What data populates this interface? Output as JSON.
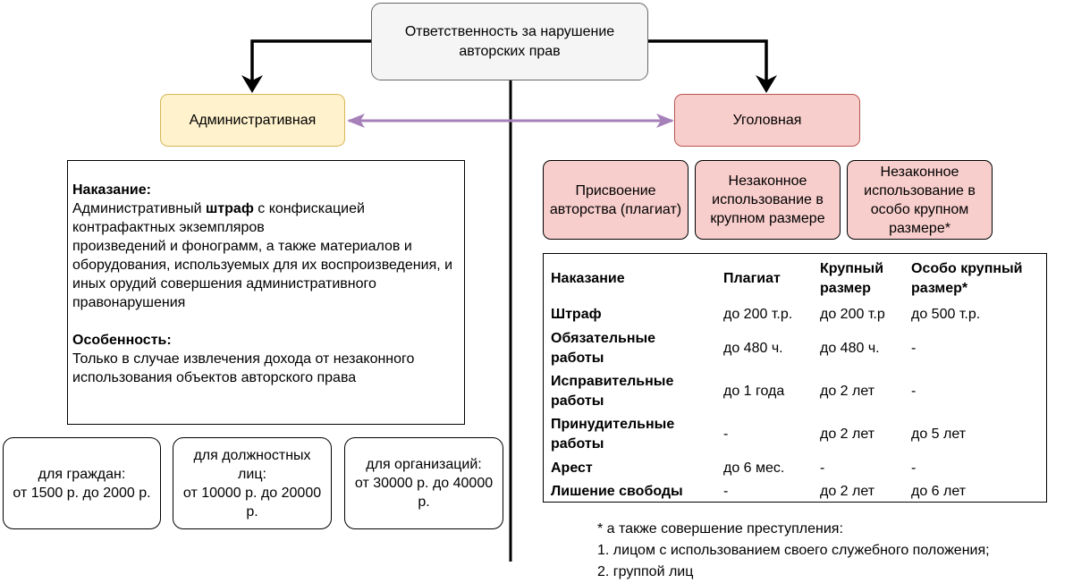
{
  "root": "Ответственность за нарушение авторских прав",
  "admin": {
    "title": "Административная",
    "punishment_heading": "Наказание:",
    "punishment_pre": "Административный ",
    "punishment_bold": "штраф",
    "punishment_post": " с конфискацией контрафактных экземпляров",
    "punishment_line2": "произведений и фонограмм, а также материалов и оборудования, используемых для их воспроизведения, и иных орудий совершения административного правонарушения",
    "feature_heading": "Особенность:",
    "feature_text": "Только в случае извлечения дохода от незаконного использования объектов авторского права",
    "fines": [
      {
        "who": "для граждан:",
        "amount": "от 1500 р. до 2000 р."
      },
      {
        "who": "для должностных лиц:",
        "amount": "от 10000 р. до 20000 р."
      },
      {
        "who": "для организаций:",
        "amount": "от 30000 р. до 40000 р."
      }
    ]
  },
  "criminal": {
    "title": "Уголовная",
    "types": [
      "Присвоение авторства (плагиат)",
      "Незаконное использование в крупном размере",
      "Незаконное использование в особо крупном размере*"
    ]
  },
  "table": {
    "headers": [
      "Наказание",
      "Плагиат",
      "Крупный размер",
      "Особо крупный размер*"
    ],
    "rows": [
      [
        "Штраф",
        "до 200 т.р.",
        "до 200 т.р",
        "до 500 т.р."
      ],
      [
        "Обязательные работы",
        "до 480 ч.",
        "до 480 ч.",
        "-"
      ],
      [
        "Исправительные работы",
        "до 1 года",
        "до 2 лет",
        "-"
      ],
      [
        "Принудительные работы",
        "-",
        "до 2 лет",
        "до 5 лет"
      ],
      [
        "Арест",
        "до 6 мес.",
        "-",
        "-"
      ],
      [
        "Лишение свободы",
        "-",
        "до 2 лет",
        "до 6 лет"
      ]
    ]
  },
  "footnote": {
    "line1": "* а также совершение преступления:",
    "line2": "1. лицом с использованием своего служебного положения;",
    "line3": "2. группой лиц"
  }
}
